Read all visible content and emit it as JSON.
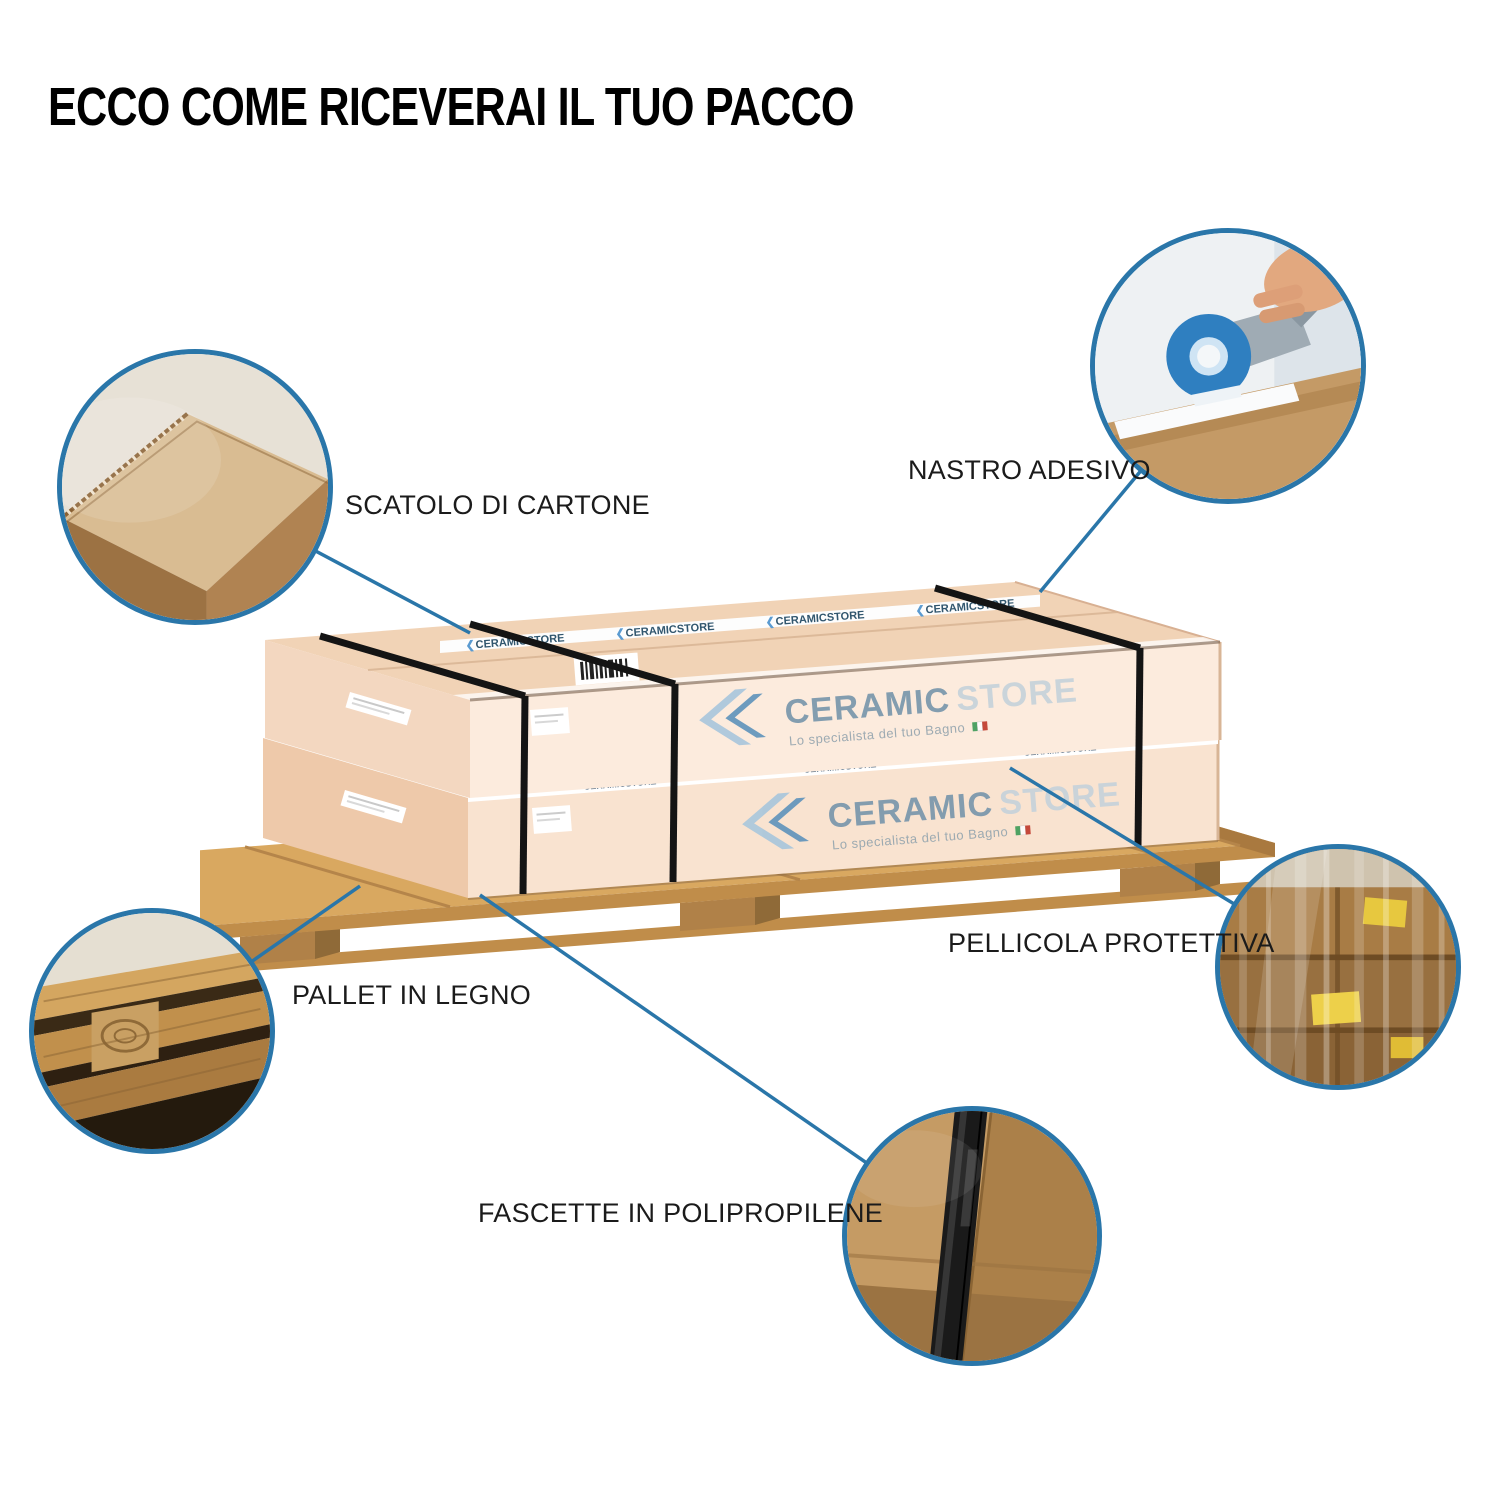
{
  "title": "ECCO COME RICEVERAI IL TUO PACCO",
  "brand": {
    "name_main": "CERAMIC",
    "name_accent": "STORE",
    "tagline": "Lo specialista del tuo Bagno",
    "tape_text": "CERAMICSTORE"
  },
  "icons": {
    "chevron": "❮"
  },
  "colors": {
    "accent_blue": "#2a76a9",
    "logo_blue": "#5e93bb",
    "logo_gray": "#c5d2da",
    "box_top": "#f1d3b6",
    "box_front": "#fcebdd",
    "box_end": "#f3d7c0",
    "pallet_wood": "#d9a860",
    "strap_black": "#141414"
  },
  "callouts": [
    {
      "id": "cartone",
      "label": "SCATOLO DI CARTONE"
    },
    {
      "id": "nastro",
      "label": "NASTRO ADESIVO"
    },
    {
      "id": "pellicola",
      "label": "PELLICOLA PROTETTIVA"
    },
    {
      "id": "pallet",
      "label": "PALLET IN LEGNO"
    },
    {
      "id": "fascette",
      "label": "FASCETTE IN POLIPROPILENE"
    }
  ]
}
